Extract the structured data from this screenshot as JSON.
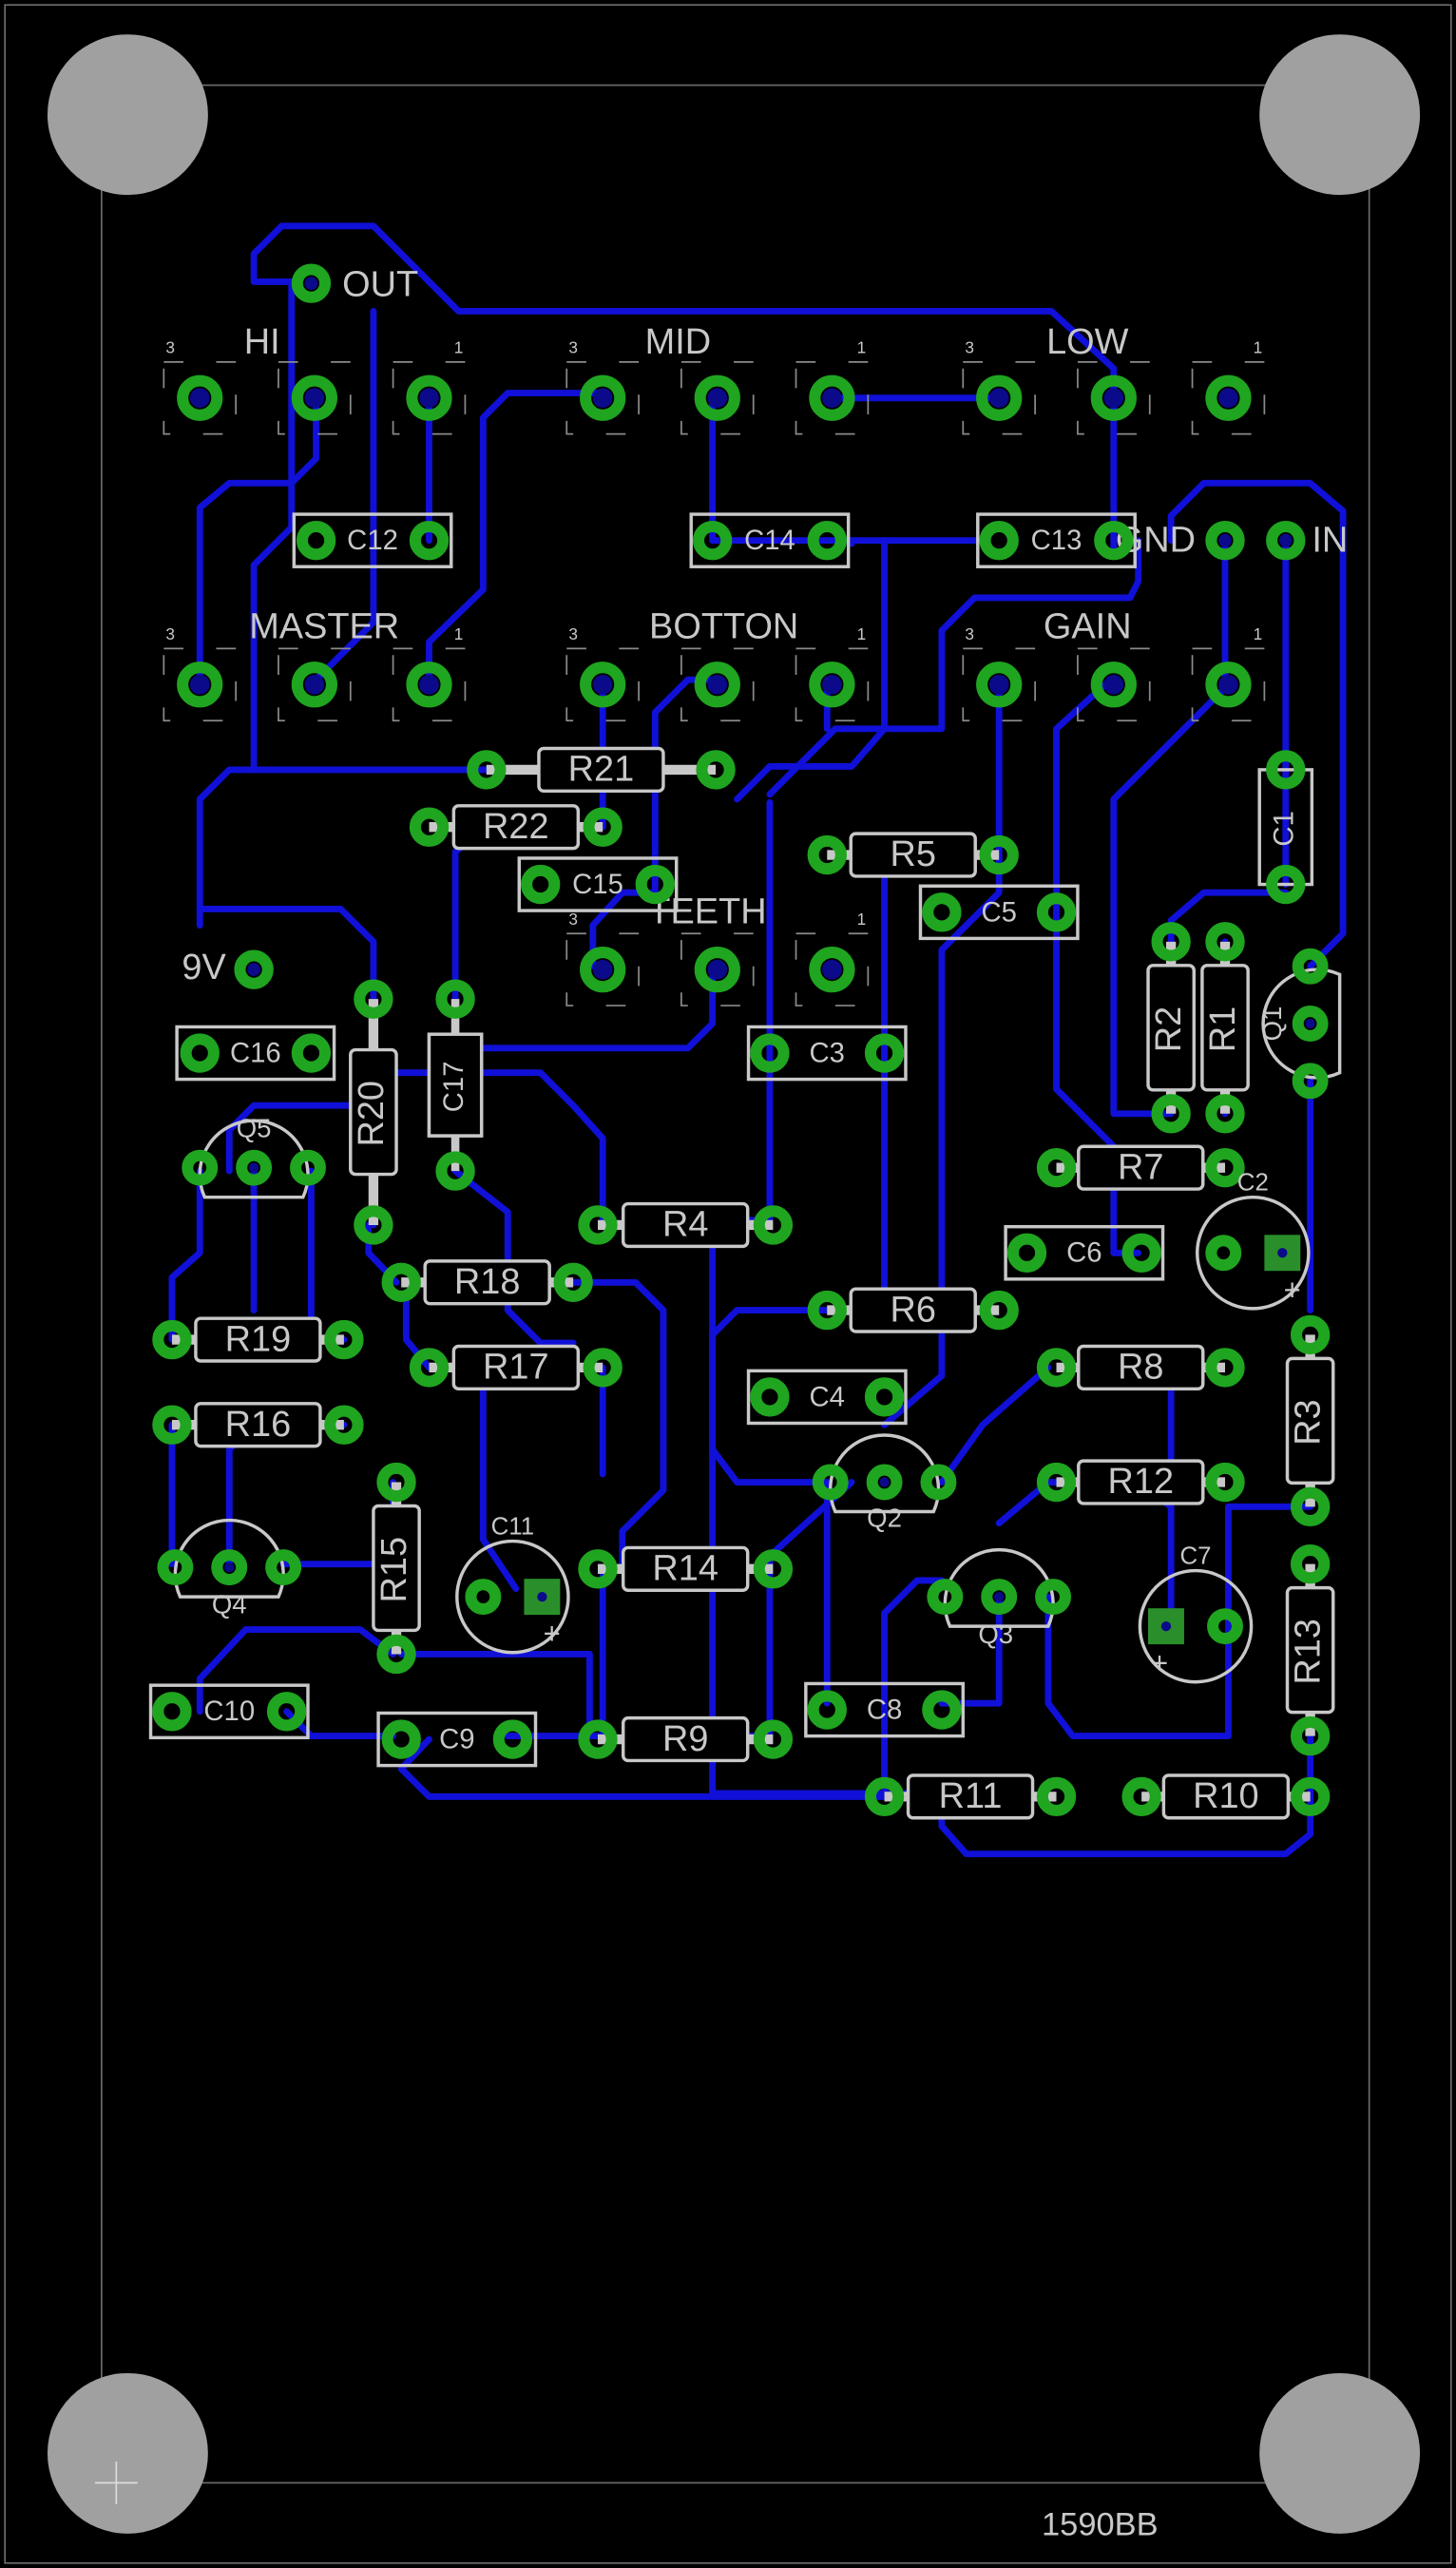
{
  "board": {
    "enclosure": "1590BB",
    "colors": {
      "background": "#000000",
      "trace": "#1010d8",
      "pad": "#1fa51f",
      "silkscreen": "#c8c8c8",
      "hole": "#a0a0a0",
      "pad_mark": "#0a0a8a",
      "cap_pad": "#2a8f2a"
    }
  },
  "pots": [
    {
      "name": "HI",
      "pin3": "3",
      "pin1": "1"
    },
    {
      "name": "MID",
      "pin3": "3",
      "pin1": "1"
    },
    {
      "name": "LOW",
      "pin3": "3",
      "pin1": "1"
    },
    {
      "name": "MASTER",
      "pin3": "3",
      "pin1": "1"
    },
    {
      "name": "BOTTON",
      "pin3": "3",
      "pin1": "1"
    },
    {
      "name": "GAIN",
      "pin3": "3",
      "pin1": "1"
    },
    {
      "name": "TEETH",
      "pin3": "3",
      "pin1": "1"
    }
  ],
  "connectors": [
    "OUT",
    "GND",
    "IN",
    "9V"
  ],
  "resistors": [
    "R1",
    "R2",
    "R3",
    "R4",
    "R5",
    "R6",
    "R7",
    "R8",
    "R9",
    "R10",
    "R11",
    "R12",
    "R13",
    "R14",
    "R15",
    "R16",
    "R17",
    "R18",
    "R19",
    "R20",
    "R21",
    "R22"
  ],
  "capacitors": [
    "C1",
    "C2",
    "C3",
    "C4",
    "C5",
    "C6",
    "C7",
    "C8",
    "C9",
    "C10",
    "C11",
    "C12",
    "C13",
    "C14",
    "C15",
    "C16",
    "C17"
  ],
  "transistors": [
    "Q1",
    "Q2",
    "Q3",
    "Q4",
    "Q5"
  ],
  "polarity_mark": "+"
}
